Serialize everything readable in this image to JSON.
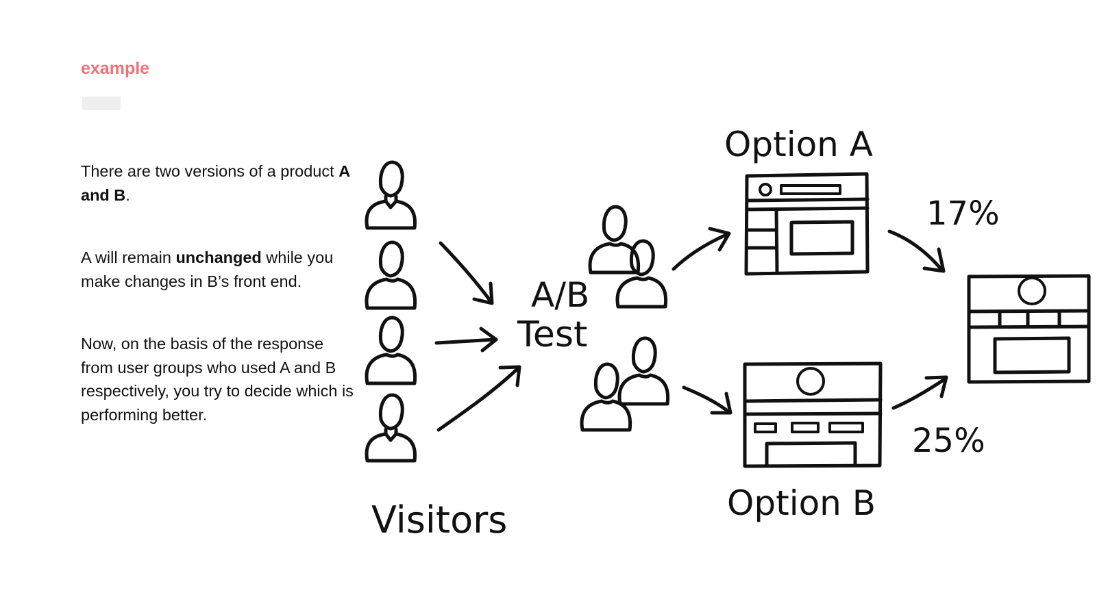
{
  "header": {
    "eyebrow": "example"
  },
  "paragraphs": [
    {
      "parts": [
        {
          "t": "There are two versions of a product "
        },
        {
          "t": "A and B",
          "b": true
        },
        {
          "t": "."
        }
      ]
    },
    {
      "parts": [
        {
          "t": "A will remain "
        },
        {
          "t": "unchanged",
          "b": true
        },
        {
          "t": " while you make changes in B’s front end."
        }
      ]
    },
    {
      "parts": [
        {
          "t": "Now, on the basis of the response from user groups who used A and B respectively, you try to decide which is performing better."
        }
      ]
    }
  ],
  "diagram": {
    "visitors_label": "Visitors",
    "test_label_line1": "A/B",
    "test_label_line2": "Test",
    "option_a_label": "Option A",
    "option_b_label": "Option B",
    "option_a_rate": "17%",
    "option_b_rate": "25%",
    "stroke_color": "#111111"
  }
}
